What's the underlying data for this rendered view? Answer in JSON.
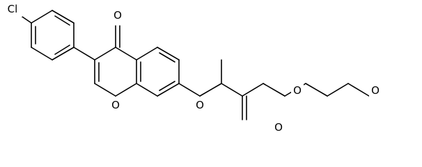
{
  "molecule": {
    "atom_labels": {
      "chlorine": "Cl",
      "carbonyl_oxygen": "O",
      "ring_oxygen": "O",
      "ether_oxygen": "O",
      "ester_single_oxygen": "O",
      "ester_carbonyl_oxygen": "O",
      "ethoxy_oxygen": "O"
    },
    "colors": {
      "bond": "#000000",
      "label": "#000000",
      "background": "#ffffff"
    }
  }
}
